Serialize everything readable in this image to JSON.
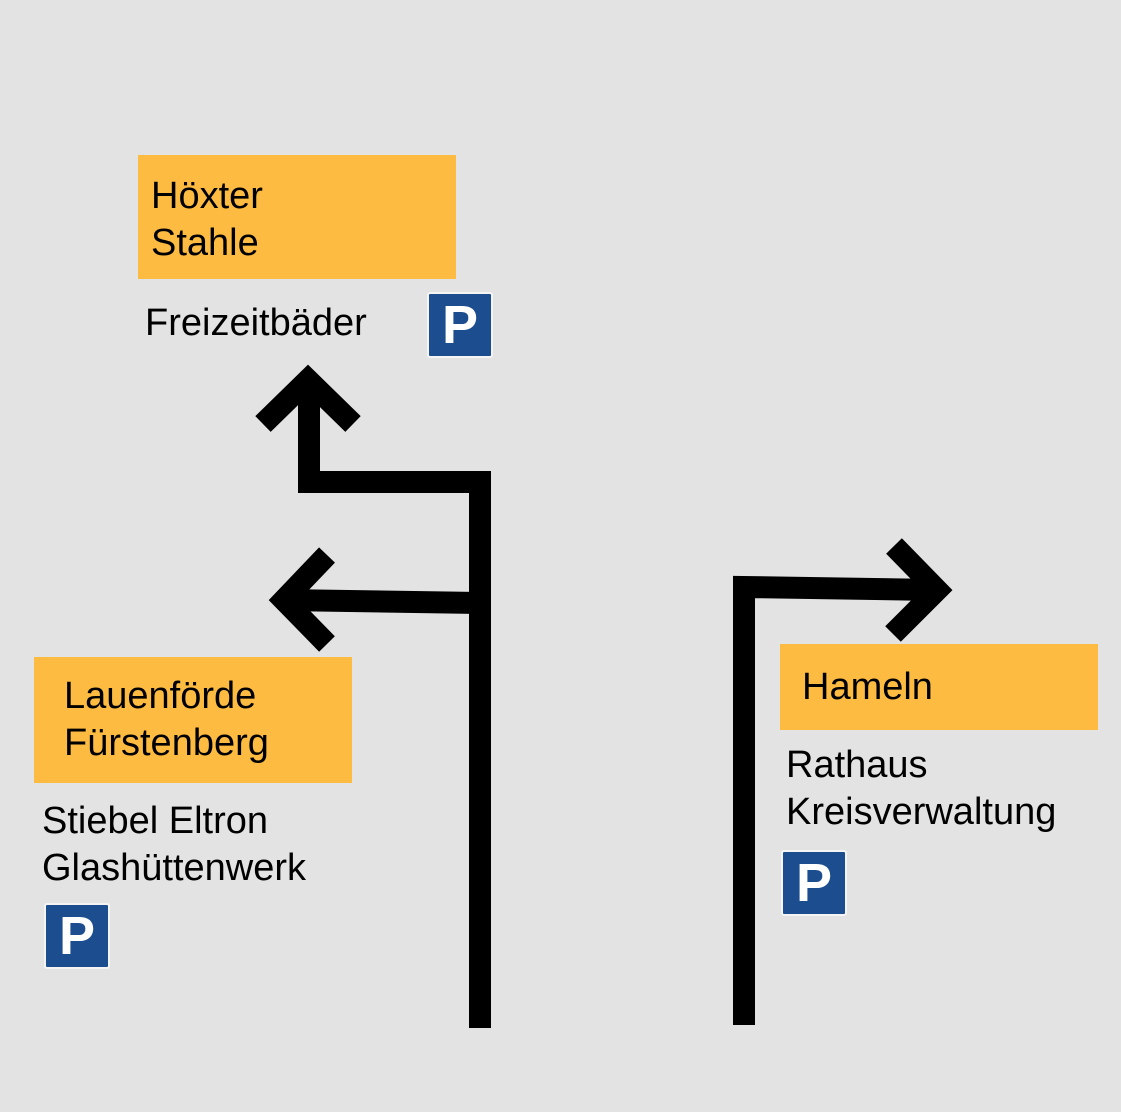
{
  "signs": {
    "north": {
      "destinations": [
        "Höxter",
        "Stahle"
      ],
      "local": "Freizeitbäder",
      "parking": "P"
    },
    "west": {
      "destinations": [
        "Lauenförde",
        "Fürstenberg"
      ],
      "local": [
        "Stiebel Eltron",
        "Glashüttenwerk"
      ],
      "parking": "P"
    },
    "east": {
      "destinations": [
        "Hameln"
      ],
      "local": [
        "Rathaus",
        "Kreisverwaltung"
      ],
      "parking": "P"
    }
  },
  "colors": {
    "background": "#e3e3e3",
    "destination_box": "#fdbb41",
    "parking_sign": "#1c4e8f",
    "arrow": "#000000"
  }
}
